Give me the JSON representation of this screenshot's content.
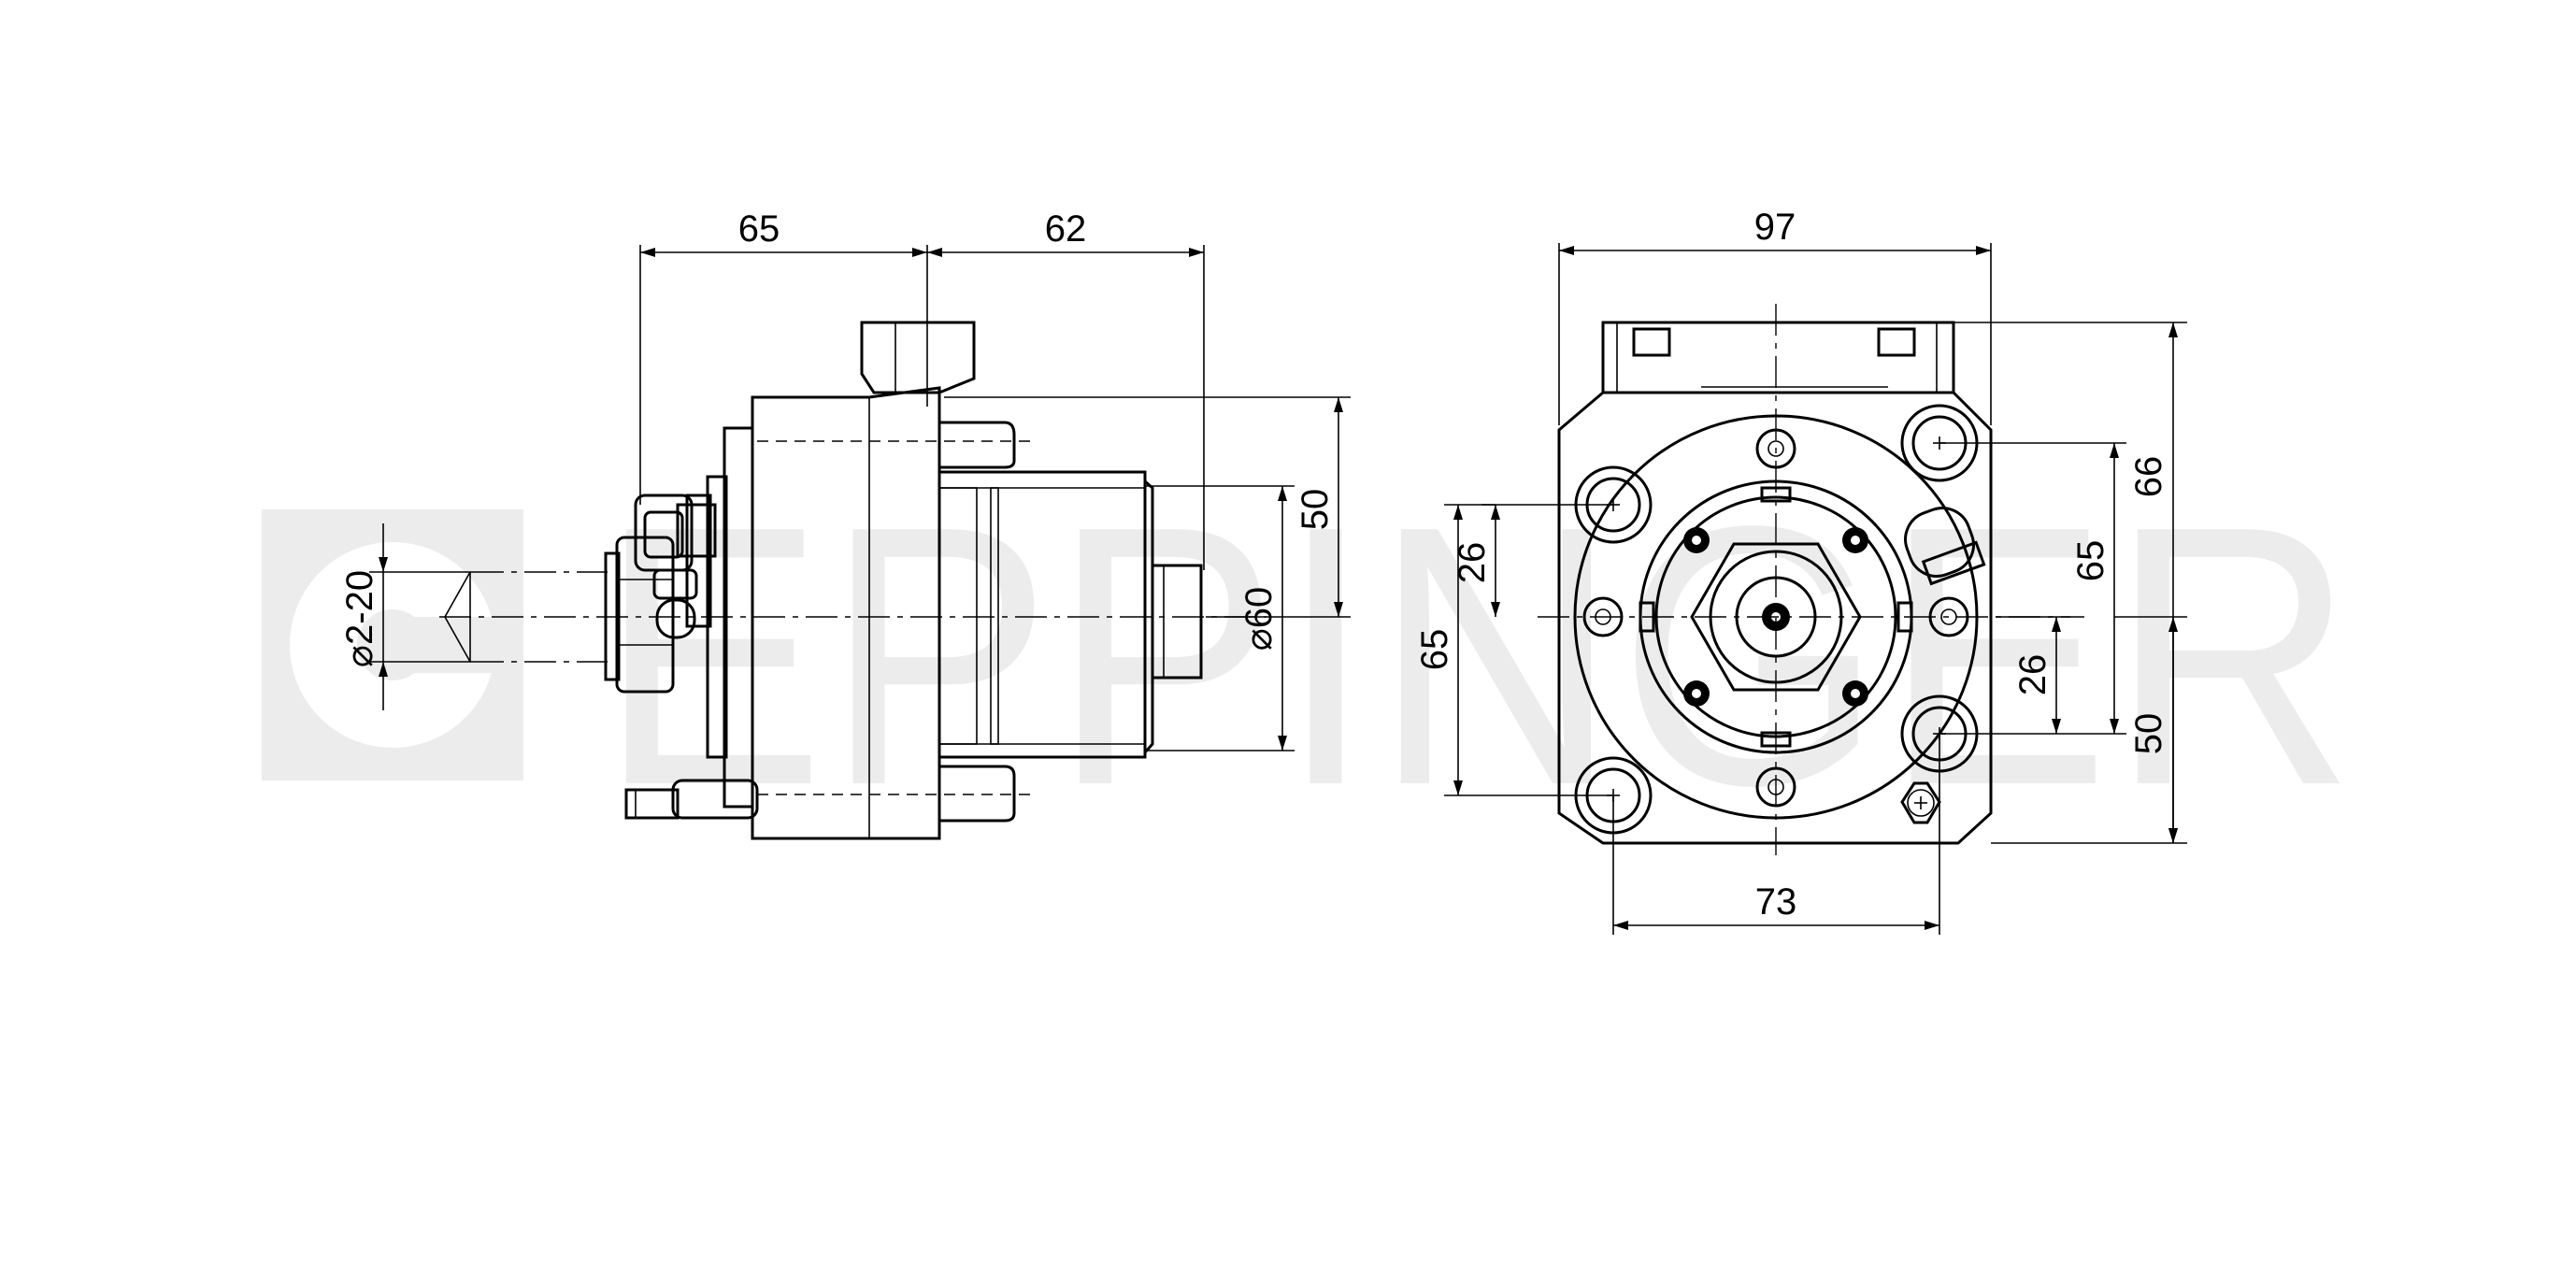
{
  "watermark": {
    "text": "EPPINGER",
    "color": "#ececec",
    "logo_icon": "eppinger-logo-icon"
  },
  "side_view": {
    "dim_length_front": "65",
    "dim_length_rear": "62",
    "dim_height_upper": "50",
    "dim_diameter_body": "⌀60",
    "dim_clamping_range": "⌀2-20"
  },
  "front_view": {
    "dim_width_total": "97",
    "dim_height_total": "66",
    "dim_bolt_pitch_right": "65",
    "dim_bolt_lower_right": "50",
    "dim_offset_right": "26",
    "dim_offset_left": "26",
    "dim_bolt_pitch_left": "65",
    "dim_bolt_spacing_bottom": "73"
  },
  "colors": {
    "line": "#000000",
    "background": "#ffffff"
  }
}
